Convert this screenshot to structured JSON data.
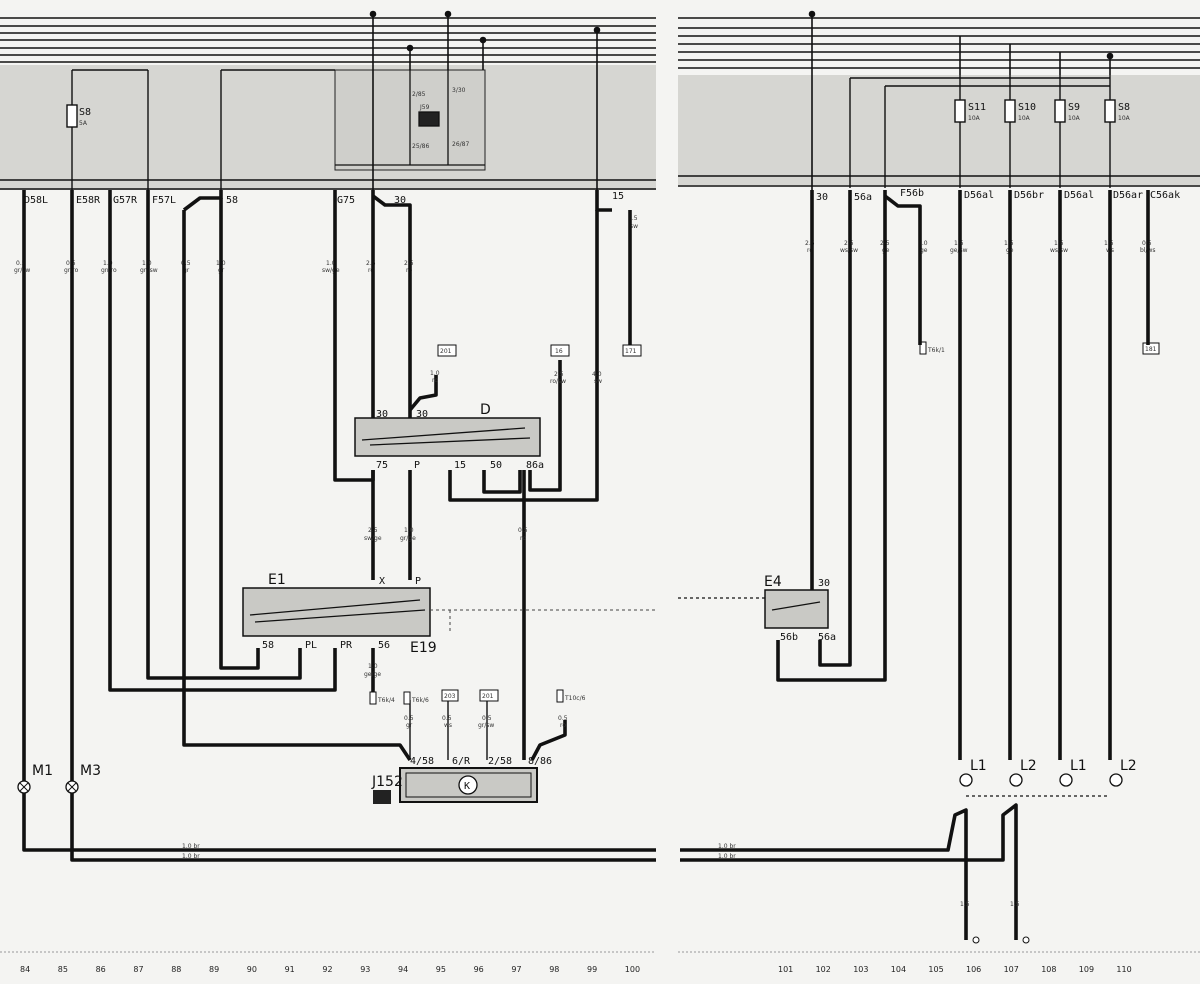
{
  "terminals_left": [
    {
      "id": "t84",
      "label": "D58L",
      "wire": "0.5",
      "color": "gr/sw"
    },
    {
      "id": "t85",
      "label": "E58R",
      "wire": "0.5",
      "color": "gr/ro"
    },
    {
      "id": "t86",
      "label": "G57R",
      "wire": "1.0",
      "color": "gn/ro"
    },
    {
      "id": "t87",
      "label": "F57L",
      "wire": "1.0",
      "color": "gn/sw"
    },
    {
      "id": "t88",
      "label": "",
      "wire": "0.5",
      "color": "gr"
    },
    {
      "id": "t89",
      "label": "58",
      "wire": "1.0",
      "color": "gr"
    },
    {
      "id": "t93g",
      "label": "G75",
      "wire": "1.0",
      "color": "sw/ge"
    },
    {
      "id": "t93",
      "label": "",
      "wire": "2.5",
      "color": "ro"
    },
    {
      "id": "t94",
      "label": "30",
      "wire": "2.5",
      "color": "ro"
    },
    {
      "id": "t99",
      "label": "15",
      "wire": "1.5",
      "color": "sw"
    }
  ],
  "terminals_right": [
    {
      "id": "r102",
      "label": "30",
      "wire": "2.5",
      "color": "ro"
    },
    {
      "id": "r103",
      "label": "56a",
      "wire": "2.5",
      "color": "ws/sw"
    },
    {
      "id": "r104",
      "label": "F56b",
      "wire": "2.5",
      "color": "ge"
    },
    {
      "id": "r104b",
      "label": "",
      "wire": "1.0",
      "color": "ge"
    },
    {
      "id": "r106",
      "label": "D56al",
      "wire": "1.5",
      "color": "ge/sw"
    },
    {
      "id": "r107",
      "label": "D56br",
      "wire": "1.5",
      "color": "ge"
    },
    {
      "id": "r108",
      "label": "D56al",
      "wire": "1.5",
      "color": "ws/sw"
    },
    {
      "id": "r109",
      "label": "D56ar",
      "wire": "1.5",
      "color": "ws"
    },
    {
      "id": "r110",
      "label": "C56ak",
      "wire": "0.5",
      "color": "bl/ws"
    }
  ],
  "fuses_left": [
    {
      "label": "S8",
      "rating": "5A"
    }
  ],
  "fuses_right": [
    {
      "label": "S11",
      "rating": "10A"
    },
    {
      "label": "S10",
      "rating": "10A"
    },
    {
      "label": "S9",
      "rating": "10A"
    },
    {
      "label": "S8",
      "rating": "10A"
    }
  ],
  "relay": {
    "label": "J59",
    "t1": "2/85",
    "t2": "3/30",
    "t3": "25/86",
    "t4": "26/87"
  },
  "components": {
    "D": "D",
    "E1": "E1",
    "E19": "E19",
    "E4": "E4",
    "J152": "J152",
    "K": "K",
    "M1": "M1",
    "M3": "M3",
    "L1a": "L1",
    "L2a": "L2",
    "L1b": "L1",
    "L2b": "L2"
  },
  "switch_D_pins": {
    "top1": "30",
    "top2": "30",
    "b1": "75",
    "b2": "P",
    "b3": "15",
    "b4": "50",
    "b5": "86a"
  },
  "switch_E1_pins": {
    "top1": "X",
    "top2": "P",
    "b1": "58",
    "b2": "PL",
    "b3": "PR",
    "b4": "56"
  },
  "switch_E4_pins": {
    "top": "30",
    "b1": "56b",
    "b2": "56a"
  },
  "J152_pins": {
    "p1": "4/58",
    "p2": "6/R",
    "p3": "2/58",
    "p4": "8/86"
  },
  "mid_wires": {
    "w75": {
      "size": "2.5",
      "color": "sw/ge"
    },
    "wP": {
      "size": "1.0",
      "color": "gr/ge"
    },
    "w86a": {
      "size": "0.5",
      "color": "ro"
    },
    "w56": {
      "size": "1.0",
      "color": "ge/ge"
    },
    "wj1": {
      "size": "0.5",
      "color": "gr"
    },
    "wj2": {
      "size": "0.5",
      "color": "ws"
    },
    "wj3": {
      "size": "0.5",
      "color": "gr/sw"
    },
    "wj4": {
      "size": "0.5",
      "color": "ro"
    },
    "wt2": {
      "size": "1.0",
      "color": "ro"
    },
    "wt16": {
      "size": "2.5",
      "color": "ro/sw"
    },
    "wt99": {
      "size": "4.0",
      "color": "sw"
    }
  },
  "connector_tags": {
    "tag_a": "201",
    "tag_b": "16",
    "tag_c": "171",
    "tag_d": "T6k/1",
    "tag_e": "181",
    "tag_f": "T6k/4",
    "tag_g": "T6k/6",
    "tag_h": "203",
    "tag_i": "201",
    "tag_j": "T10c/6"
  },
  "ground_wires": {
    "left_top": "1.0 br",
    "left_bot": "1.0 br",
    "right_top": "1.0 br",
    "right_bot": "1.0 br",
    "g106": "1.5",
    "g107": "1.5"
  },
  "column_numbers_left": [
    "84",
    "85",
    "86",
    "87",
    "88",
    "89",
    "90",
    "91",
    "92",
    "93",
    "94",
    "95",
    "96",
    "97",
    "98",
    "99",
    "100"
  ],
  "column_numbers_right": [
    "101",
    "102",
    "103",
    "104",
    "105",
    "106",
    "107",
    "108",
    "109",
    "110"
  ]
}
